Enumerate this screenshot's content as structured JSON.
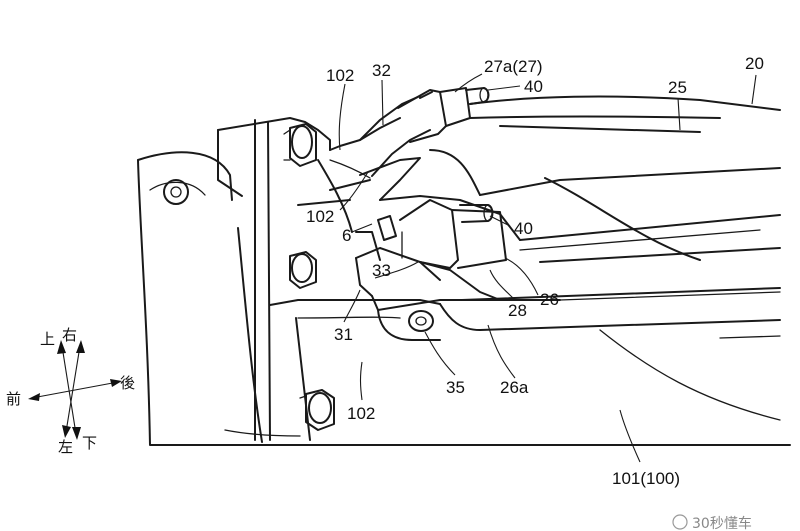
{
  "labels": {
    "l102a": "102",
    "l32": "32",
    "l27a": "27a(27)",
    "l40a": "40",
    "l20": "20",
    "l25": "25",
    "l102b": "102",
    "l6": "6",
    "l40b": "40",
    "l33": "33",
    "l26": "26",
    "l28": "28",
    "l31": "31",
    "l35": "35",
    "l26a": "26a",
    "l102c": "102",
    "l101": "101(100)"
  },
  "compass": {
    "up": "上",
    "right": "右",
    "front": "前",
    "rear": "後",
    "left": "左",
    "down": "下"
  },
  "watermark": "30秒懂车"
}
